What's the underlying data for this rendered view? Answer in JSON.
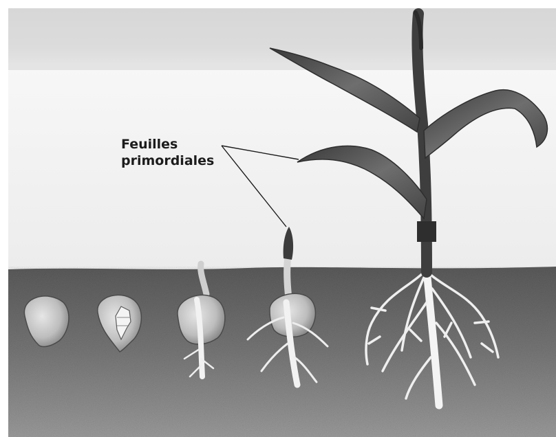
{
  "figure": {
    "callout_lines": [
      "Feuilles",
      "primordiales"
    ]
  },
  "colors": {
    "sky": "#e2e2e2",
    "soil": "#6a6a6a",
    "seed": "#c9c9c9",
    "root": "#f1f1f1",
    "leaf": "#4a4a4a",
    "text": "#1c1c1c"
  },
  "stages": [
    {
      "label": "seed"
    },
    {
      "label": "germinating seed"
    },
    {
      "label": "seed with radicle"
    },
    {
      "label": "emerging shoot"
    },
    {
      "label": "young plant"
    }
  ]
}
